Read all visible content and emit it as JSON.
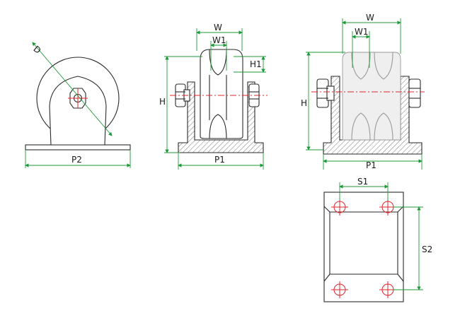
{
  "labels": {
    "d": "D",
    "p2": "P2",
    "w_mid": "W",
    "w1_mid": "W1",
    "h1": "H1",
    "h_mid": "H",
    "p1_mid": "P1",
    "w_right": "W",
    "w1_right": "W1",
    "h_right": "H",
    "p1_right": "P1",
    "s1": "S1",
    "s2": "S2"
  },
  "colors": {
    "dimension": "#1f9a3a",
    "centerline": "#e3242b",
    "outline": "#2a2a2a"
  }
}
